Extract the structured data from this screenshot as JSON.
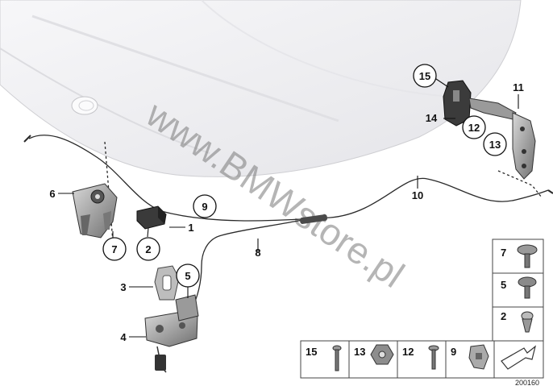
{
  "watermark": "www.BMWstore.pl",
  "diagram_code": "200160",
  "callouts": {
    "c15": "15",
    "c14": "14",
    "c12": "12",
    "c13": "13",
    "c11": "11",
    "c10": "10",
    "c9": "9",
    "c8": "8",
    "c7": "7",
    "c6": "6",
    "c5": "5",
    "c4": "4",
    "c3": "3",
    "c2": "2",
    "c1": "1"
  },
  "legend": {
    "right": [
      "7",
      "5",
      "2"
    ],
    "bottom": [
      "15",
      "13",
      "12",
      "9"
    ]
  },
  "colors": {
    "line": "#1a1a1a",
    "part_dark": "#3a3a3a",
    "part_mid": "#8a8a8a",
    "hood_fill": "#f1f1f3",
    "hood_edge": "#c9c9cc"
  }
}
